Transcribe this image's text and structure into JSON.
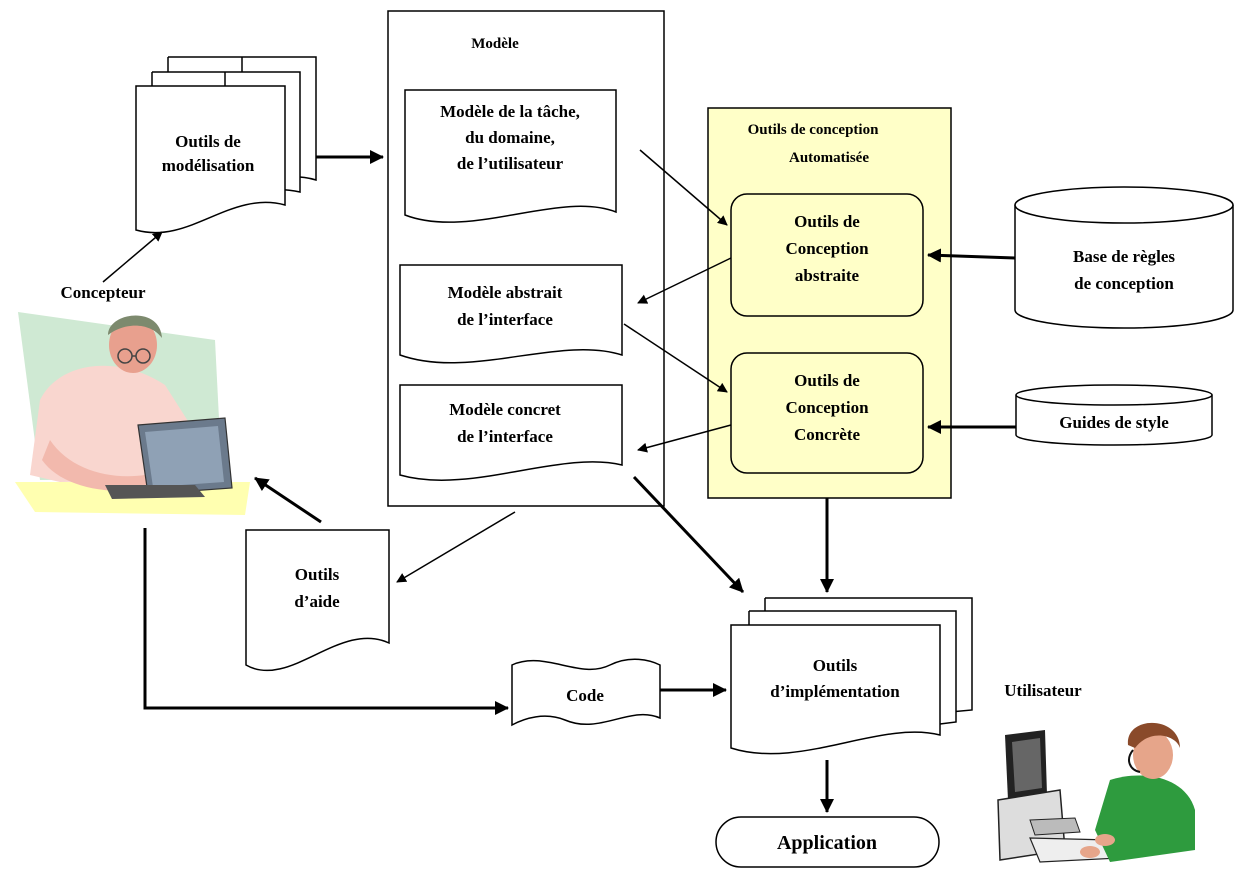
{
  "diagram": {
    "modele_title": "Modèle",
    "outils_modelisation": [
      "Outils de",
      "modélisation"
    ],
    "modele_tache": [
      "Modèle de la tâche,",
      "du domaine,",
      "de l’utilisateur"
    ],
    "modele_abstrait": [
      "Modèle abstrait",
      "de l’interface"
    ],
    "modele_concret": [
      "Modèle concret",
      "de l’interface"
    ],
    "outils_conception_title": [
      "Outils de conception",
      "Automatisée"
    ],
    "conception_abstraite": [
      "Outils de",
      "Conception",
      "abstraite"
    ],
    "conception_concrete": [
      "Outils de",
      "Conception",
      "Concrète"
    ],
    "base_regles": [
      "Base de règles",
      "de conception"
    ],
    "guides_style": "Guides de style",
    "concepteur": "Concepteur",
    "outils_aide": [
      "Outils",
      "d’aide"
    ],
    "code": "Code",
    "outils_implementation": [
      "Outils",
      "d’implémentation"
    ],
    "utilisateur": "Utilisateur",
    "application": "Application"
  },
  "colors": {
    "automation_panel": "#ffffc8",
    "stroke": "#000000"
  },
  "icons": [
    "designer-at-computer-icon",
    "user-with-headset-icon"
  ]
}
